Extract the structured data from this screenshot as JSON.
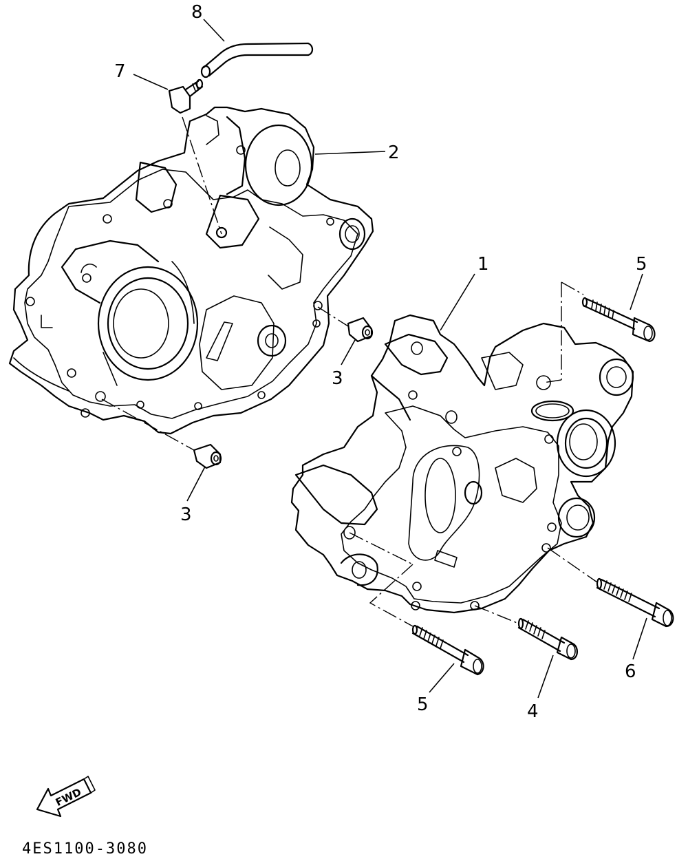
{
  "callouts": {
    "c1": "1",
    "c2": "2",
    "c3a": "3",
    "c3b": "3",
    "c4": "4",
    "c5a": "5",
    "c5b": "5",
    "c6": "6",
    "c7": "7",
    "c8": "8"
  },
  "fwd_label": "FWD",
  "diagram_code": "4ES1100-3080"
}
